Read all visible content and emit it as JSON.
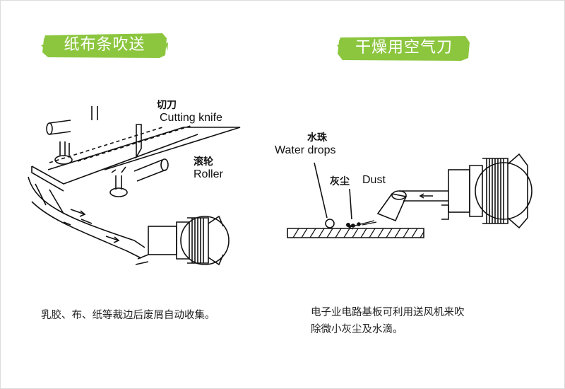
{
  "left": {
    "badge": "纸布条吹送",
    "labels": {
      "knife_zh": "切刀",
      "knife_en": "Cutting knife",
      "roller_zh": "滚轮",
      "roller_en": "Roller"
    },
    "caption": "乳胶、布、纸等裁边后废屑自动收集。"
  },
  "right": {
    "badge": "干燥用空气刀",
    "labels": {
      "water_zh": "水珠",
      "water_en": "Water drops",
      "dust_zh": "灰尘",
      "dust_en": "Dust"
    },
    "caption_line1": "电子业电路基板可利用送风机来吹",
    "caption_line2": "除微小灰尘及水滴。"
  },
  "colors": {
    "badge_green": "#8cc63f",
    "line": "#111111"
  }
}
